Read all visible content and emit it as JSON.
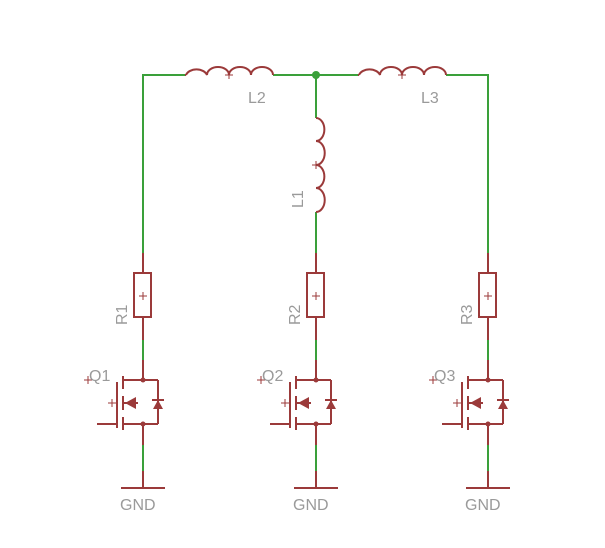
{
  "inductors": {
    "l1": "L1",
    "l2": "L2",
    "l3": "L3"
  },
  "resistors": {
    "r1": "R1",
    "r2": "R2",
    "r3": "R3"
  },
  "transistors": {
    "q1": "Q1",
    "q2": "Q2",
    "q3": "Q3"
  },
  "ground": {
    "g1": "GND",
    "g2": "GND",
    "g3": "GND"
  },
  "colors": {
    "wire": "#3aa03a",
    "component": "#9b3a3a",
    "label": "#9a9a9a"
  }
}
